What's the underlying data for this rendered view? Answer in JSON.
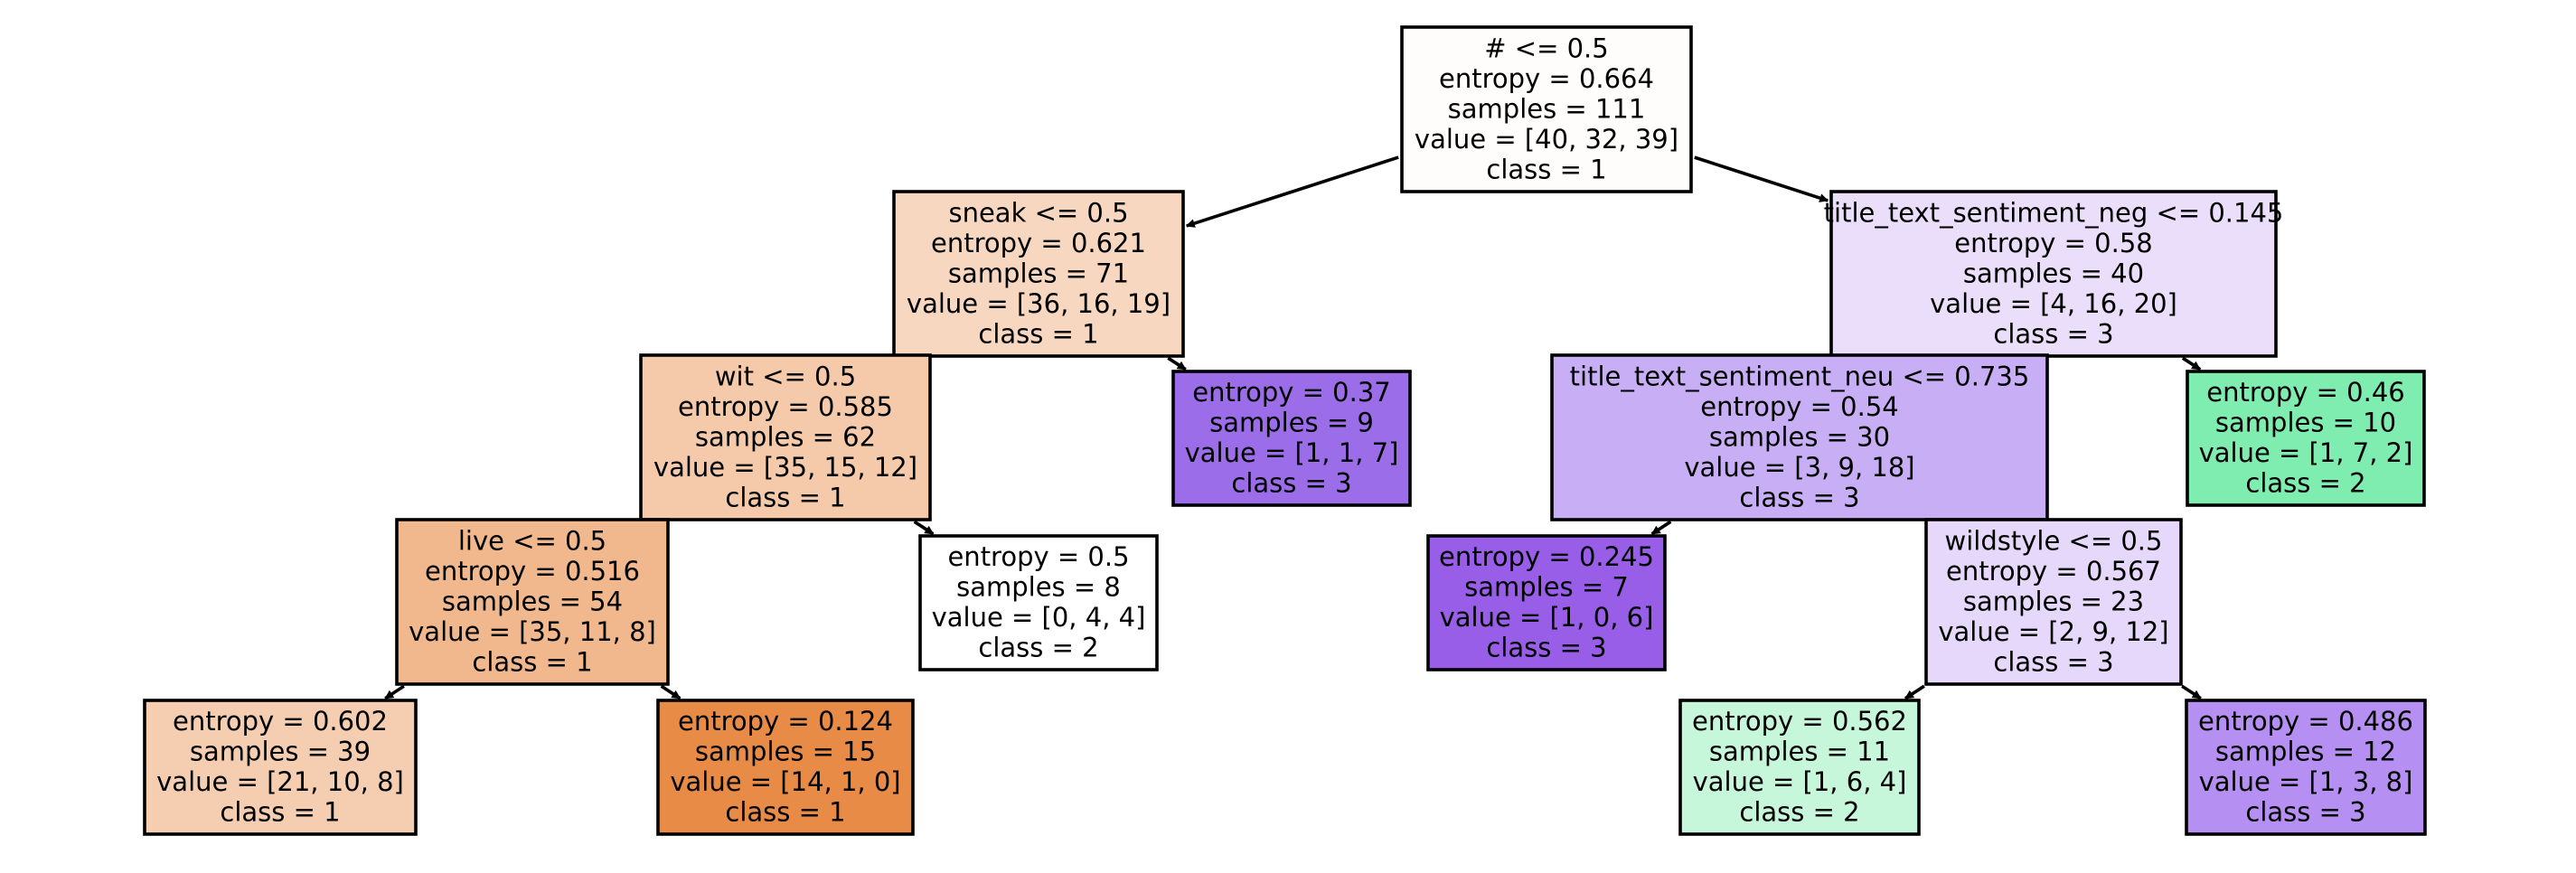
{
  "tree": {
    "nodes": [
      {
        "id": "root",
        "lines": [
          "# <= 0.5",
          "entropy = 0.664",
          "samples = 111",
          "value = [40, 32, 39]",
          "class = 1"
        ],
        "fill": "#fffdfb"
      },
      {
        "id": "n1",
        "lines": [
          "sneak <= 0.5",
          "entropy = 0.621",
          "samples = 71",
          "value = [36, 16, 19]",
          "class = 1"
        ],
        "fill": "#f7d7c0"
      },
      {
        "id": "n2",
        "lines": [
          "wit <= 0.5",
          "entropy = 0.585",
          "samples = 62",
          "value = [35, 15, 12]",
          "class = 1"
        ],
        "fill": "#f5caaa"
      },
      {
        "id": "n3",
        "lines": [
          "live <= 0.5",
          "entropy = 0.516",
          "samples = 54",
          "value = [35, 11, 8]",
          "class = 1"
        ],
        "fill": "#f1b88e"
      },
      {
        "id": "n4",
        "lines": [
          "entropy = 0.602",
          "samples = 39",
          "value = [21, 10, 8]",
          "class = 1"
        ],
        "fill": "#f5cdb0"
      },
      {
        "id": "n5",
        "lines": [
          "entropy = 0.124",
          "samples = 15",
          "value = [14, 1, 0]",
          "class = 1"
        ],
        "fill": "#e88b47"
      },
      {
        "id": "n6",
        "lines": [
          "entropy = 0.5",
          "samples = 8",
          "value = [0, 4, 4]",
          "class = 2"
        ],
        "fill": "#ffffff"
      },
      {
        "id": "n7",
        "lines": [
          "entropy = 0.37",
          "samples = 9",
          "value = [1, 1, 7]",
          "class = 3"
        ],
        "fill": "#9c6de9"
      },
      {
        "id": "n8",
        "lines": [
          "title_text_sentiment_neg <= 0.145",
          "entropy = 0.58",
          "samples = 40",
          "value = [4, 16, 20]",
          "class = 3"
        ],
        "fill": "#eadefa"
      },
      {
        "id": "n9",
        "lines": [
          "title_text_sentiment_neu <= 0.735",
          "entropy = 0.54",
          "samples = 30",
          "value = [3, 9, 18]",
          "class = 3"
        ],
        "fill": "#c8aef5"
      },
      {
        "id": "n10",
        "lines": [
          "entropy = 0.245",
          "samples = 7",
          "value = [1, 0, 6]",
          "class = 3"
        ],
        "fill": "#985ee8"
      },
      {
        "id": "n11",
        "lines": [
          "wildstyle <= 0.5",
          "entropy = 0.567",
          "samples = 23",
          "value = [2, 9, 12]",
          "class = 3"
        ],
        "fill": "#e6d8fa"
      },
      {
        "id": "n12",
        "lines": [
          "entropy = 0.562",
          "samples = 11",
          "value = [1, 6, 4]",
          "class = 2"
        ],
        "fill": "#c6f7da"
      },
      {
        "id": "n13",
        "lines": [
          "entropy = 0.486",
          "samples = 12",
          "value = [1, 3, 8]",
          "class = 3"
        ],
        "fill": "#b58ff1"
      },
      {
        "id": "n14",
        "lines": [
          "entropy = 0.46",
          "samples = 10",
          "value = [1, 7, 2]",
          "class = 2"
        ],
        "fill": "#80edb0"
      }
    ],
    "edges": [
      {
        "from": "root",
        "to": "n1"
      },
      {
        "from": "root",
        "to": "n8"
      },
      {
        "from": "n1",
        "to": "n2"
      },
      {
        "from": "n1",
        "to": "n7"
      },
      {
        "from": "n2",
        "to": "n3"
      },
      {
        "from": "n2",
        "to": "n6"
      },
      {
        "from": "n3",
        "to": "n4"
      },
      {
        "from": "n3",
        "to": "n5"
      },
      {
        "from": "n8",
        "to": "n9"
      },
      {
        "from": "n8",
        "to": "n14"
      },
      {
        "from": "n9",
        "to": "n10"
      },
      {
        "from": "n9",
        "to": "n11"
      },
      {
        "from": "n11",
        "to": "n12"
      },
      {
        "from": "n11",
        "to": "n13"
      }
    ]
  }
}
